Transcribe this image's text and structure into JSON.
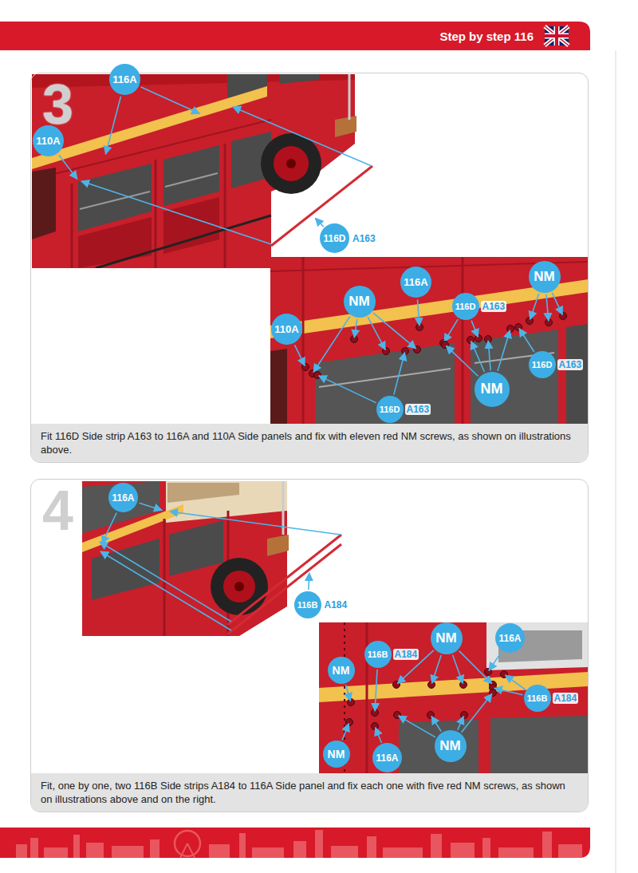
{
  "diagram": {
    "title": "Step by step 116",
    "nodes": [
      {
        "text": [
          "3"
        ]
      },
      {
        "text": [
          "Fit 116D Side strip A163 to 116A and 110A Side panels and fix with eleven red NM screws, as shown on illustrations above."
        ],
        "in": 0
      },
      {
        "text": [
          "116A"
        ],
        "in": 0
      },
      {
        "text": [
          "110A"
        ],
        "in": 0
      },
      {
        "text": [
          "116D",
          "A163"
        ],
        "in": 0
      },
      {
        "text": [
          "116A"
        ],
        "in": 0
      },
      {
        "text": [
          "NM"
        ],
        "in": 0
      },
      {
        "text": [
          "NM"
        ],
        "in": 0
      },
      {
        "text": [
          "110A"
        ],
        "in": 0
      },
      {
        "text": [
          "116D",
          "A163"
        ],
        "in": 0
      },
      {
        "text": [
          "116D",
          "A163"
        ],
        "in": 0
      },
      {
        "text": [
          "116D",
          "A163"
        ],
        "in": 0
      },
      {
        "text": [
          "NM"
        ],
        "in": 0
      },
      {
        "text": [
          "4"
        ]
      },
      {
        "text": [
          "Fit, one by one, two 116B Side strips A184 to 116A Side panel and fix each one with five red NM screws, as shown on illustrations above and on the right."
        ],
        "in": 13
      },
      {
        "text": [
          "116A"
        ],
        "in": 13
      },
      {
        "text": [
          "116B",
          "A184"
        ],
        "in": 13
      },
      {
        "text": [
          "NM"
        ],
        "in": 13
      },
      {
        "text": [
          "116A"
        ],
        "in": 13
      },
      {
        "text": [
          "116B",
          "A184"
        ],
        "in": 13
      },
      {
        "text": [
          "NM"
        ],
        "in": 13
      },
      {
        "text": [
          "116B",
          "A184"
        ],
        "in": 13
      },
      {
        "text": [
          "NM"
        ],
        "in": 13
      },
      {
        "text": [
          "116A"
        ],
        "in": 13
      },
      {
        "text": [
          "NM"
        ],
        "in": 13
      }
    ]
  }
}
